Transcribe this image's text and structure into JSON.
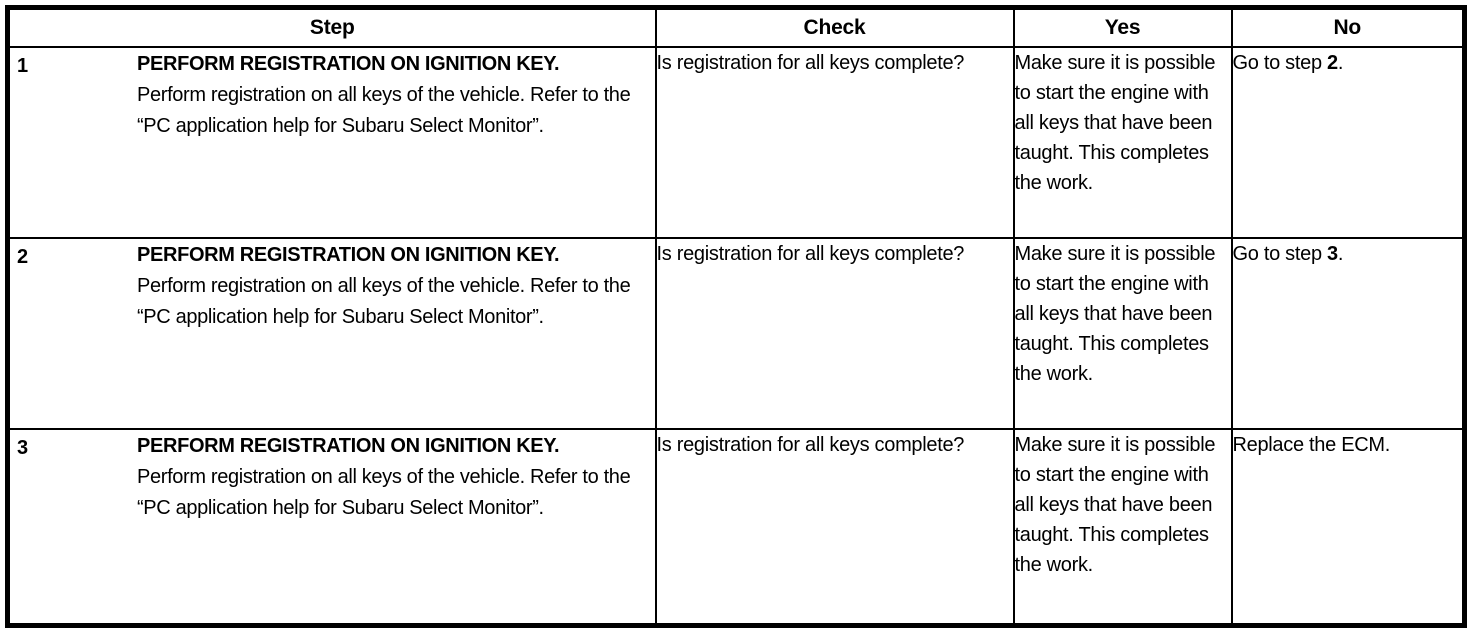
{
  "table": {
    "headers": [
      {
        "key": "step",
        "label": "Step"
      },
      {
        "key": "check",
        "label": "Check"
      },
      {
        "key": "yes",
        "label": "Yes"
      },
      {
        "key": "no",
        "label": "No"
      }
    ],
    "rows": [
      {
        "number": "1",
        "step_title": "PERFORM REGISTRATION ON IGNITION KEY.",
        "step_desc": "Perform registration on all keys of the vehicle. Refer to the “PC application help for Subaru Select Monitor”.",
        "check": "Is registration for all keys complete?",
        "yes": "Make sure it is possible to start the engine with all keys that have been taught. This completes the work.",
        "no_prefix": "Go to step ",
        "no_target": "2",
        "no_suffix": "."
      },
      {
        "number": "2",
        "step_title": "PERFORM REGISTRATION ON IGNITION KEY.",
        "step_desc": "Perform registration on all keys of the vehicle. Refer to the “PC application help for Subaru Select Monitor”.",
        "check": "Is registration for all keys complete?",
        "yes": "Make sure it is possible to start the engine with all keys that have been taught. This completes the work.",
        "no_prefix": "Go to step ",
        "no_target": "3",
        "no_suffix": "."
      },
      {
        "number": "3",
        "step_title": "PERFORM REGISTRATION ON IGNITION KEY.",
        "step_desc": "Perform registration on all keys of the vehicle. Refer to the “PC application help for Subaru Select Monitor”.",
        "check": "Is registration for all keys complete?",
        "yes": "Make sure it is possible to start the engine with all keys that have been taught. This completes the work.",
        "no_prefix": "Replace the ECM.",
        "no_target": "",
        "no_suffix": ""
      }
    ]
  },
  "style": {
    "text_color": "#000000",
    "border_color": "#000000",
    "background": "#ffffff"
  }
}
